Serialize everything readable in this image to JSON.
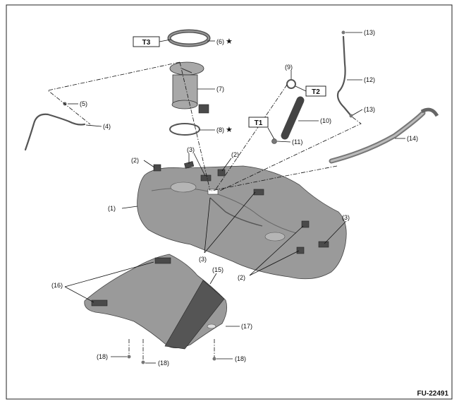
{
  "figure_code": "FU-22491",
  "star": "★",
  "boxes": {
    "t1": "T1",
    "t2": "T2",
    "t3": "T3"
  },
  "labels": {
    "l1": "(1)",
    "l2a": "(2)",
    "l2b": "(2)",
    "l2c": "(2)",
    "l3a": "(3)",
    "l3b": "(3)",
    "l3c": "(3)",
    "l4": "(4)",
    "l5": "(5)",
    "l6": "(6)",
    "l7": "(7)",
    "l8": "(8)",
    "l9": "(9)",
    "l10": "(10)",
    "l11": "(11)",
    "l12": "(12)",
    "l13a": "(13)",
    "l13b": "(13)",
    "l14": "(14)",
    "l15": "(15)",
    "l16": "(16)",
    "l17": "(17)",
    "l18a": "(18)",
    "l18b": "(18)",
    "l18c": "(18)"
  }
}
